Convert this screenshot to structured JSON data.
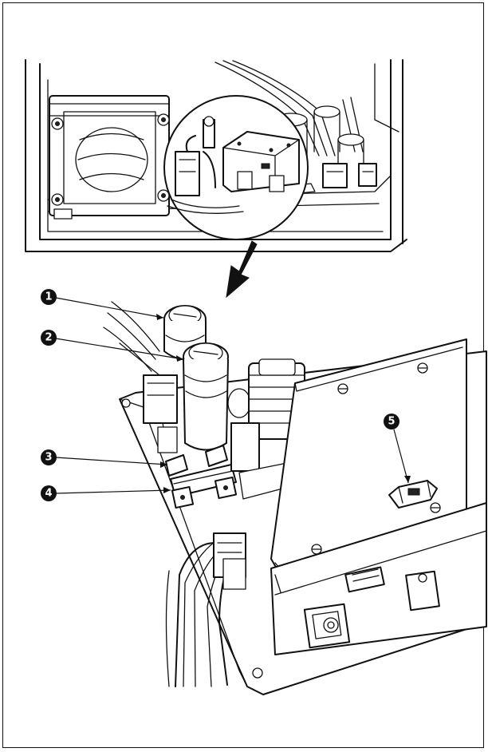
{
  "figure": {
    "callouts": [
      {
        "id": 1,
        "label": "1"
      },
      {
        "id": 2,
        "label": "2"
      },
      {
        "id": 3,
        "label": "3"
      },
      {
        "id": 4,
        "label": "4"
      },
      {
        "id": 5,
        "label": "5"
      }
    ],
    "colors": {
      "ink": "#111111",
      "paper": "#ffffff",
      "shade": "#cfcfcf"
    }
  }
}
